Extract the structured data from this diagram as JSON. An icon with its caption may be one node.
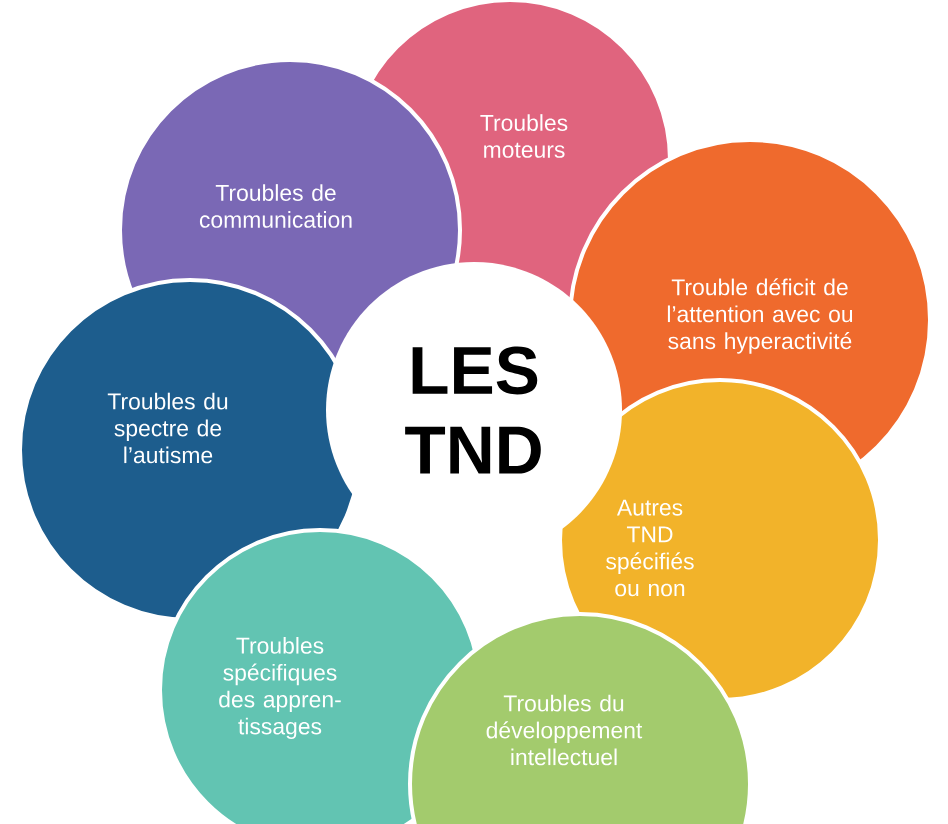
{
  "diagram": {
    "nodes": [
      {
        "text": [
          "Troubles moteurs"
        ]
      },
      {
        "text": [
          "Trouble déficit de l’attention avec ou sans hyperactivité"
        ]
      },
      {
        "text": [
          "Autres TND spécifiés ou non"
        ]
      },
      {
        "text": [
          "Troubles du développement intellectuel"
        ]
      },
      {
        "text": [
          "Troubles spécifiques des appren-tissages"
        ]
      },
      {
        "text": [
          "Troubles du spectre de l’autisme"
        ]
      },
      {
        "text": [
          "Troubles de communication"
        ]
      },
      {
        "text": [
          "LES TND"
        ]
      }
    ]
  }
}
